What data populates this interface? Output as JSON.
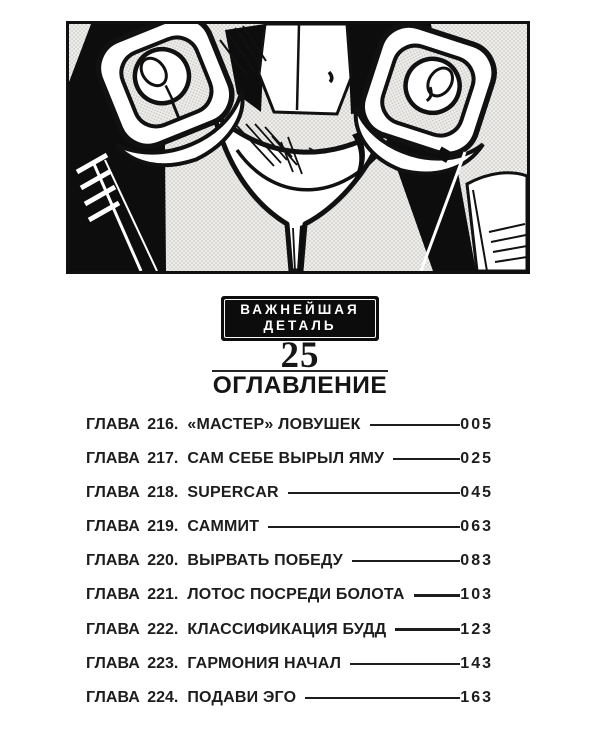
{
  "colors": {
    "ink": "#141414",
    "paper": "#ffffff"
  },
  "badge": {
    "line1": "ВАЖНЕЙШАЯ",
    "line2": "ДЕТАЛЬ"
  },
  "volume": {
    "number": "25"
  },
  "toc": {
    "title": "ОГЛАВЛЕНИЕ",
    "chapters": [
      {
        "label": "ГЛАВА 216.",
        "title": "«МАСТЕР» ЛОВУШЕК",
        "page": "005"
      },
      {
        "label": "ГЛАВА 217.",
        "title": "САМ СЕБЕ ВЫРЫЛ ЯМУ",
        "page": "025"
      },
      {
        "label": "ГЛАВА 218.",
        "title": "SUPERCAR",
        "page": "045"
      },
      {
        "label": "ГЛАВА 219.",
        "title": "САММИТ",
        "page": "063"
      },
      {
        "label": "ГЛАВА 220.",
        "title": "ВЫРВАТЬ ПОБЕДУ",
        "page": "083"
      },
      {
        "label": "ГЛАВА 221.",
        "title": "ЛОТОС ПОСРЕДИ БОЛОТА",
        "page": "103"
      },
      {
        "label": "ГЛАВА 222.",
        "title": "КЛАССИФИКАЦИЯ БУДД",
        "page": "123"
      },
      {
        "label": "ГЛАВА 223.",
        "title": "ГАРМОНИЯ НАЧАЛ",
        "page": "143"
      },
      {
        "label": "ГЛАВА 224.",
        "title": "ПОДАВИ ЭГО",
        "page": "163"
      }
    ]
  }
}
